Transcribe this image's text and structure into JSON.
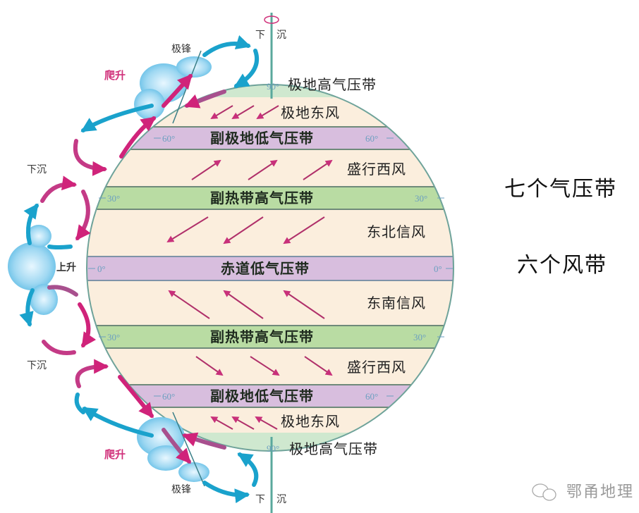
{
  "title_right": {
    "pressure_belts": "七个气压带",
    "wind_belts": "六个风带"
  },
  "pressure_belts": [
    {
      "id": "polar-high-n",
      "label": "极地高气压带",
      "lat": "90°"
    },
    {
      "id": "subpolar-low-n",
      "label": "副极地低气压带",
      "lat": "60°"
    },
    {
      "id": "subtropical-high-n",
      "label": "副热带高气压带",
      "lat": "30°"
    },
    {
      "id": "equatorial-low",
      "label": "赤道低气压带",
      "lat": "0°"
    },
    {
      "id": "subtropical-high-s",
      "label": "副热带高气压带",
      "lat": "30°"
    },
    {
      "id": "subpolar-low-s",
      "label": "副极地低气压带",
      "lat": "60°"
    },
    {
      "id": "polar-high-s",
      "label": "极地高气压带",
      "lat": "90°"
    }
  ],
  "wind_belts": [
    {
      "id": "polar-easterlies-n",
      "label": "极地东风"
    },
    {
      "id": "westerlies-n",
      "label": "盛行西风"
    },
    {
      "id": "ne-trades",
      "label": "东北信风"
    },
    {
      "id": "se-trades",
      "label": "东南信风"
    },
    {
      "id": "westerlies-s",
      "label": "盛行西风"
    },
    {
      "id": "polar-easterlies-s",
      "label": "极地东风"
    }
  ],
  "circulation_labels": {
    "descend": "下沉",
    "descend_split_left": "下",
    "descend_split_right": "沉",
    "ascend": "上升",
    "climb": "爬升",
    "polar_front": "极锋"
  },
  "watermark": {
    "icon": "wechat-icon",
    "text": "鄂甬地理"
  },
  "colors": {
    "pressure_high_band": "#b9dca3",
    "pressure_low_band": "#d8bede",
    "wind_zone": "#fbeedd",
    "band_border": "#6f8a7a",
    "arrow_magenta": "#c8307a",
    "arrow_cyan": "#1aa2cc",
    "globe_outline": "#6fa39a",
    "latitude_label": "#6b9fc0"
  }
}
